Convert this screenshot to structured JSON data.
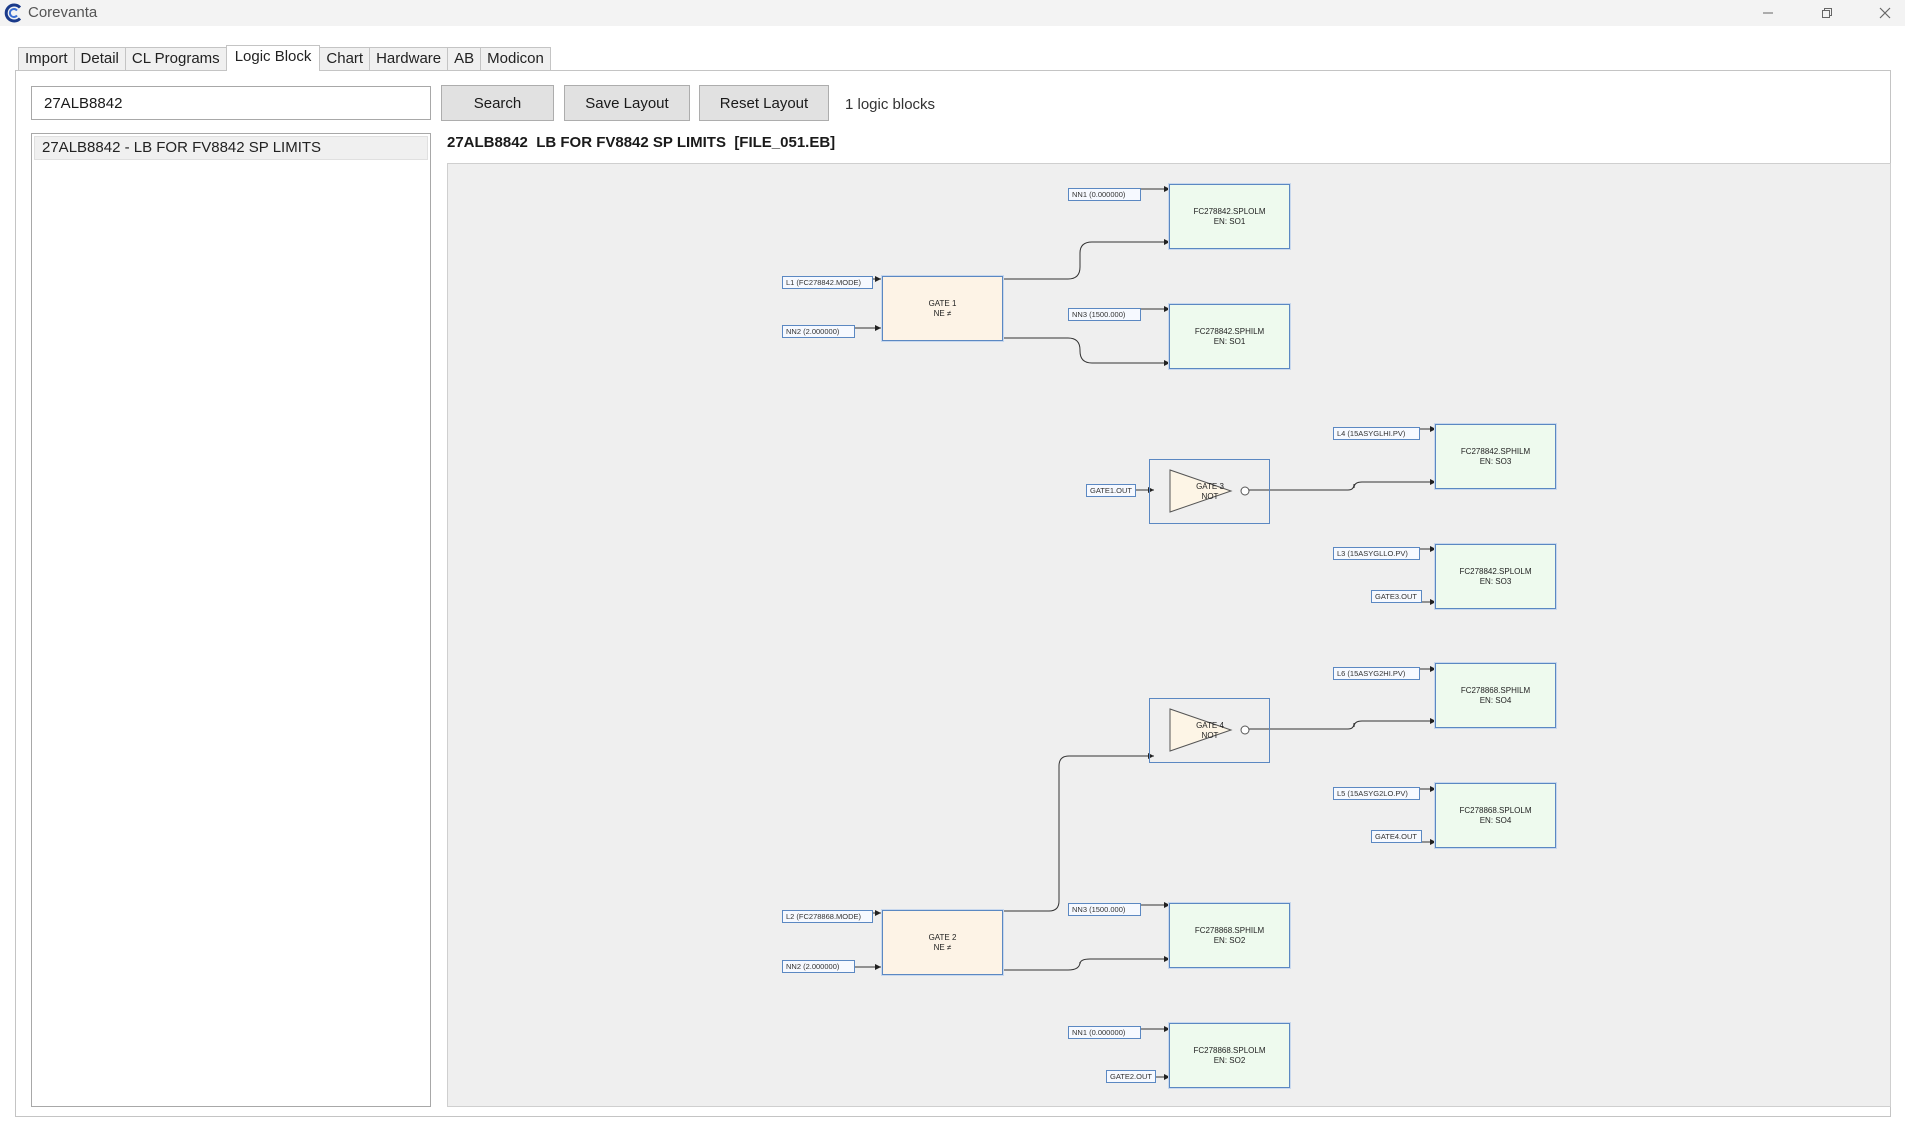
{
  "window": {
    "title": "Corevanta"
  },
  "tabs": [
    {
      "label": "Import"
    },
    {
      "label": "Detail"
    },
    {
      "label": "CL Programs"
    },
    {
      "label": "Logic Block",
      "active": true
    },
    {
      "label": "Chart"
    },
    {
      "label": "Hardware"
    },
    {
      "label": "AB"
    },
    {
      "label": "Modicon"
    }
  ],
  "toolbar": {
    "search_value": "27ALB8842",
    "search_label": "Search",
    "save_label": "Save Layout",
    "reset_label": "Reset Layout",
    "count_text": "1 logic blocks"
  },
  "list": {
    "items": [
      {
        "label": "27ALB8842 - LB FOR FV8842 SP LIMITS"
      }
    ]
  },
  "diagram": {
    "header": "27ALB8842  LB FOR FV8842 SP LIMITS  [FILE_051.EB]",
    "gates": [
      {
        "line1": "GATE 1",
        "line2": "NE ≠"
      },
      {
        "line1": "GATE 2",
        "line2": "NE ≠"
      },
      {
        "line1": "GATE 3",
        "line2": "NOT"
      },
      {
        "line1": "GATE 4",
        "line2": "NOT"
      }
    ],
    "outputs": [
      {
        "line1": "FC278842.SPLOLM",
        "line2": "EN: SO1"
      },
      {
        "line1": "FC278842.SPHILM",
        "line2": "EN: SO1"
      },
      {
        "line1": "FC278842.SPHILM",
        "line2": "EN: SO3"
      },
      {
        "line1": "FC278842.SPLOLM",
        "line2": "EN: SO3"
      },
      {
        "line1": "FC278868.SPHILM",
        "line2": "EN: SO4"
      },
      {
        "line1": "FC278868.SPLOLM",
        "line2": "EN: SO4"
      },
      {
        "line1": "FC278868.SPHILM",
        "line2": "EN: SO2"
      },
      {
        "line1": "FC278868.SPLOLM",
        "line2": "EN: SO2"
      }
    ],
    "tags": [
      "NN1 (0.000000)",
      "L1 (FC278842.MODE)",
      "NN2 (2.000000)",
      "NN3 (1500.000)",
      "L4 (15ASYGLHI.PV)",
      "GATE1.OUT",
      "L3 (15ASYGLLO.PV)",
      "GATE3.OUT",
      "L6 (15ASYG2HI.PV)",
      "L5 (15ASYG2LO.PV)",
      "GATE4.OUT",
      "L2 (FC278868.MODE)",
      "NN3 (1500.000)",
      "NN2 (2.000000)",
      "NN1 (0.000000)",
      "GATE2.OUT"
    ]
  },
  "colors": {
    "canvas_bg": "#efefef",
    "node_border": "#5b88c2",
    "output_fill": "#eefaee",
    "gate_fill": "#fdf3e6",
    "triangle_fill": "#fdf5e6",
    "app_icon": "#1a3a8a"
  },
  "icons": [
    "app-logo-icon",
    "minimize-icon",
    "restore-icon",
    "close-icon"
  ]
}
